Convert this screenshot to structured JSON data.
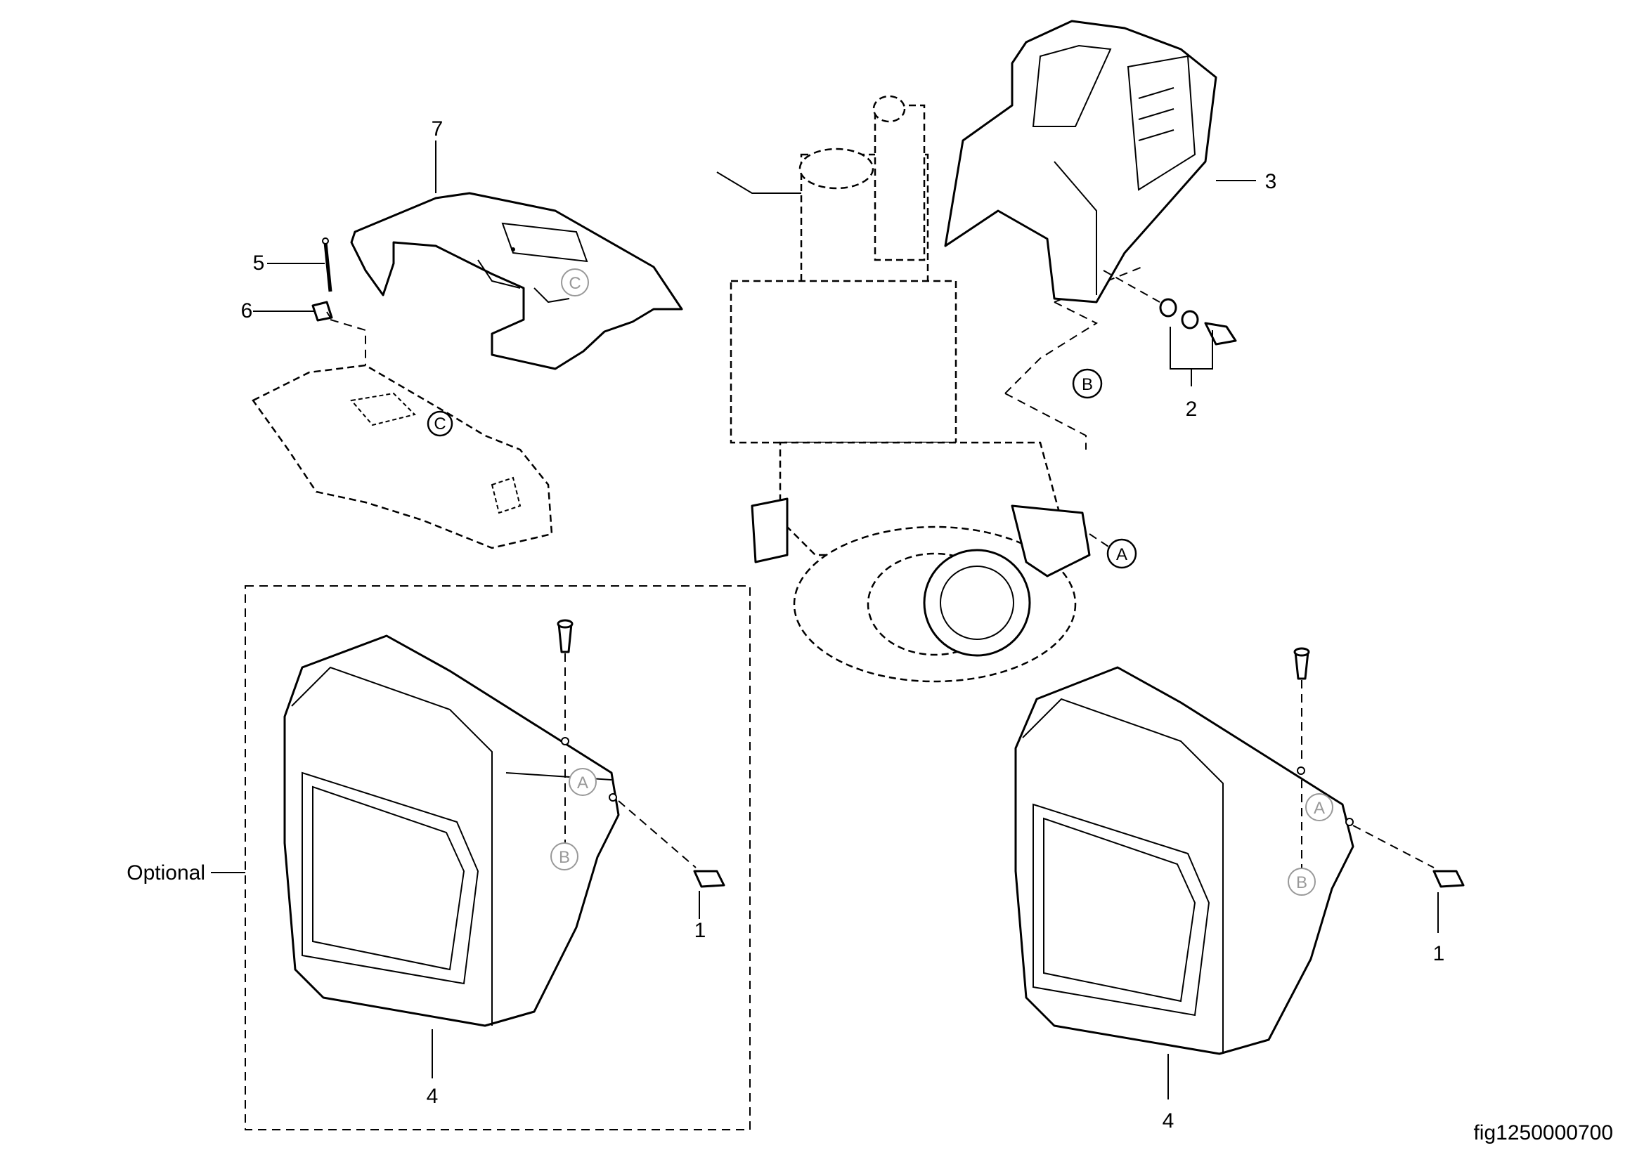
{
  "callouts": {
    "c1_left": "1",
    "c1_right": "1",
    "c2": "2",
    "c3": "3",
    "c4_left": "4",
    "c4_right": "4",
    "c5": "5",
    "c6": "6",
    "c7": "7"
  },
  "optional_label": "Optional",
  "figure_id": "fig1250000700",
  "refs": {
    "a": "A",
    "b": "B",
    "c": "C"
  }
}
